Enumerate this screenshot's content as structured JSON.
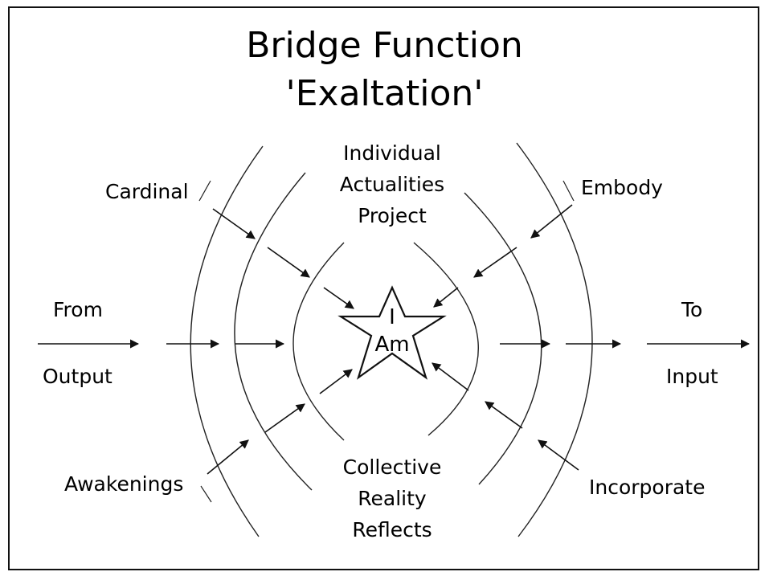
{
  "diagram": {
    "title_line1": "Bridge Function",
    "title_line2": "'Exaltation'",
    "labels": {
      "cardinal": "Cardinal",
      "embody": "Embody",
      "awakenings": "Awakenings",
      "incorporate": "Incorporate",
      "from": "From",
      "output": "Output",
      "to": "To",
      "input": "Input",
      "top_line1": "Individual",
      "top_line2": "Actualities",
      "top_line3": "Project",
      "bottom_line1": "Collective",
      "bottom_line2": "Reality",
      "bottom_line3": "Reflects",
      "star_line1": "I",
      "star_line2": "Am"
    }
  }
}
